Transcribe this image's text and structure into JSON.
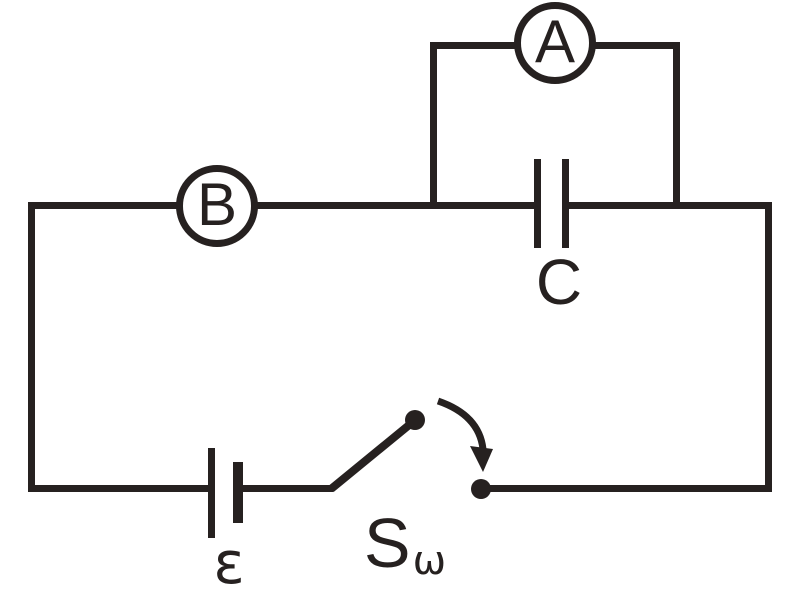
{
  "labels": {
    "ammeter": "A",
    "meter_b": "B",
    "capacitor": "C",
    "emf": "ε",
    "switch_name": "S",
    "switch_subscript": "ω"
  },
  "colors": {
    "line": "#262120",
    "background": "#ffffff"
  }
}
